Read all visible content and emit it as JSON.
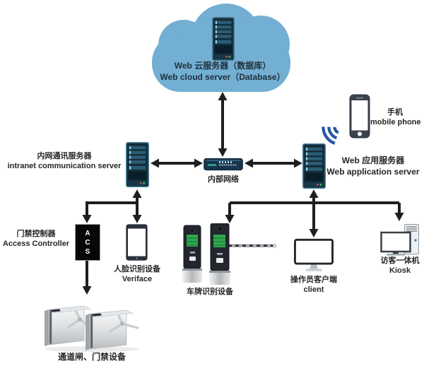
{
  "colors": {
    "cloud_blue": "#73AFD3",
    "server_body": "#142E3C",
    "server_slot": "#2A5D75",
    "switch_body": "#16344E",
    "wifi_blue": "#2757A4",
    "arrow_black": "#1F1F1F",
    "screen_green": "#2FA84F",
    "label_text": "#262626"
  },
  "nodes": {
    "cloud_server": {
      "label_zh": "Web 云服务器（数据库）",
      "label_en": "Web cloud server（Database）"
    },
    "internal_network": {
      "label": "内部网络"
    },
    "intranet_server": {
      "label_zh": "内网通讯服务器",
      "label_en": "intranet communication server"
    },
    "web_app_server": {
      "label_zh": "Web 应用服务器",
      "label_en": "Web application server"
    },
    "mobile_phone": {
      "label_zh": "手机",
      "label_en": "mobile phone"
    },
    "access_controller": {
      "label_zh": "门禁控制器",
      "label_en": "Access Controller",
      "letters": [
        "A",
        "C",
        "S"
      ]
    },
    "veriface": {
      "label_zh": "人脸识别设备",
      "label_en": "Veriface"
    },
    "plate_recognition": {
      "label_zh": "车牌识别设备"
    },
    "operator_client": {
      "label_zh": "操作员客户端",
      "label_en": "client"
    },
    "kiosk": {
      "label_zh": "访客一体机",
      "label_en": "Kiosk"
    },
    "turnstile": {
      "label_zh": "通道闸、门禁设备"
    }
  }
}
